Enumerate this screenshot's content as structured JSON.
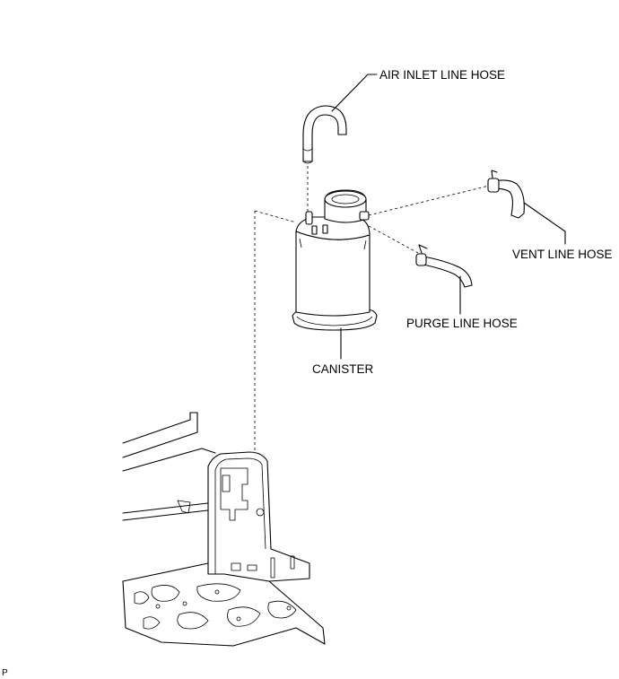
{
  "labels": {
    "air_inlet_line_hose": "AIR INLET LINE HOSE",
    "vent_line_hose": "VENT LINE HOSE",
    "purge_line_hose": "PURGE LINE HOSE",
    "canister": "CANISTER"
  },
  "corner_mark": "P"
}
